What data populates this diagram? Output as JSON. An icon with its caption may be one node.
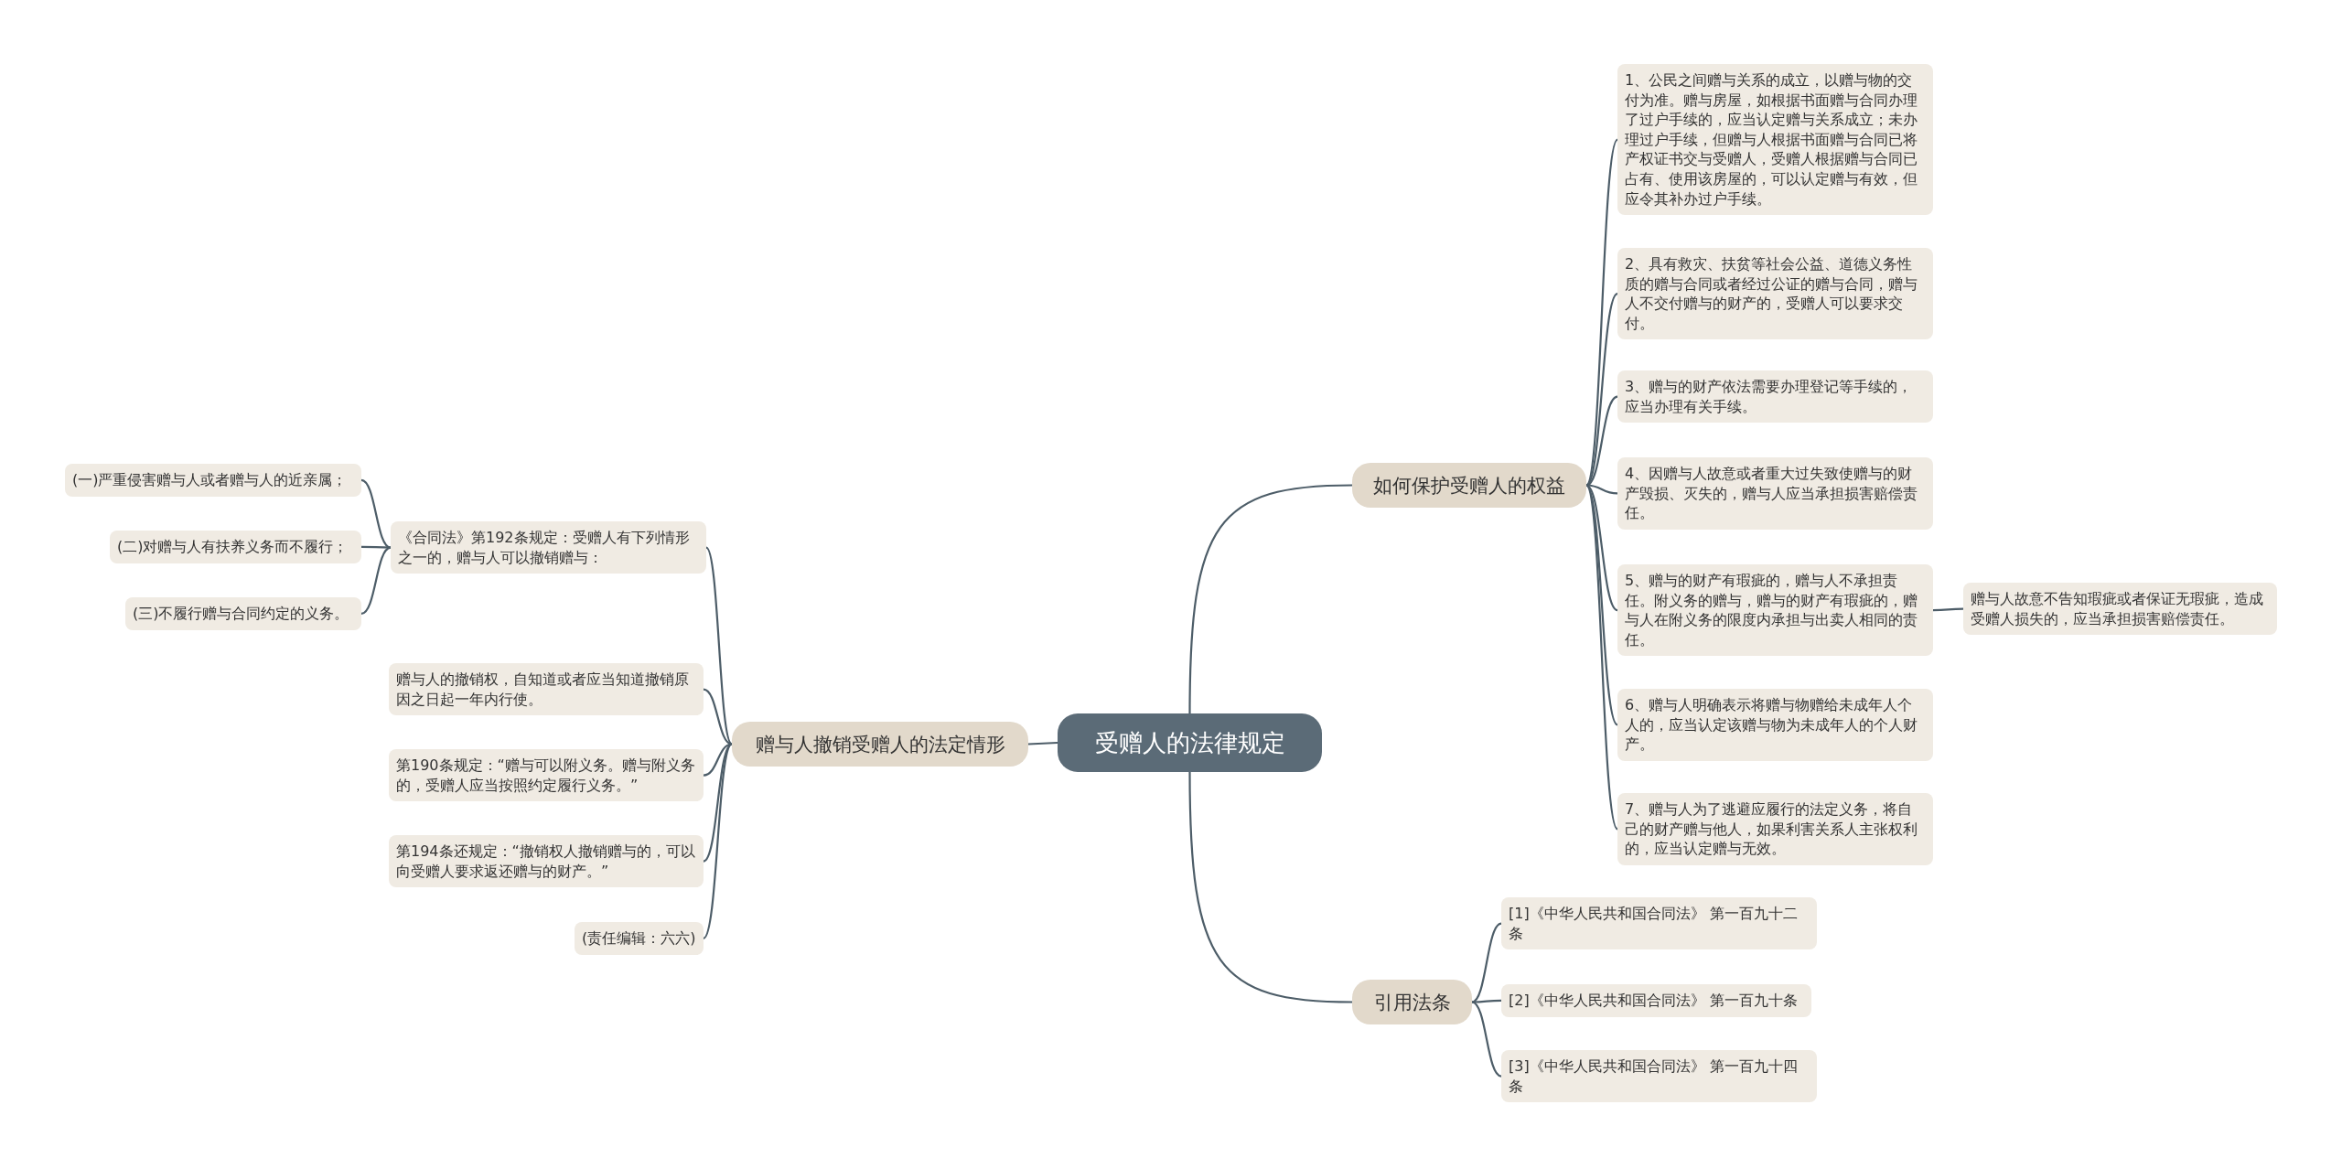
{
  "diagram": {
    "nodes": [
      {
        "text": [
          "受赠人的法律规定"
        ]
      },
      {
        "text": [
          "如何保护受赠人的权益"
        ]
      },
      {
        "text": [
          "1、公民之间赠与关系的成立，以赠与物的交付为准。赠与房屋，如根据书面赠与合同办理了过户手续的，应当认定赠与关系成立；未办理过户手续，但赠与人根据书面赠与合同已将产权证书交与受赠人，受赠人根据赠与合同已占有、使用该房屋的，可以认定赠与有效，但应令其补办过户手续。"
        ]
      },
      {
        "text": [
          "2、具有救灾、扶贫等社会公益、道德义务性质的赠与合同或者经过公证的赠与合同，赠与人不交付赠与的财产的，受赠人可以要求交付。"
        ]
      },
      {
        "text": [
          "3、赠与的财产依法需要办理登记等手续的，应当办理有关手续。"
        ]
      },
      {
        "text": [
          "4、因赠与人故意或者重大过失致使赠与的财产毁损、灭失的，赠与人应当承担损害赔偿责任。"
        ]
      },
      {
        "text": [
          "5、赠与的财产有瑕疵的，赠与人不承担责任。附义务的赠与，赠与的财产有瑕疵的，赠与人在附义务的限度内承担与出卖人相同的责任。"
        ]
      },
      {
        "text": [
          "6、赠与人明确表示将赠与物赠给未成年人个人的，应当认定该赠与物为未成年人的个人财产。"
        ]
      },
      {
        "text": [
          "7、赠与人为了逃避应履行的法定义务，将自己的财产赠与他人，如果利害关系人主张权利的，应当认定赠与无效。"
        ]
      },
      {
        "text": [
          "赠与人故意不告知瑕疵或者保证无瑕疵，造成受赠人损失的，应当承担损害赔偿责任。"
        ]
      },
      {
        "text": [
          "引用法条"
        ]
      },
      {
        "text": [
          "[1]《中华人民共和国合同法》 第一百九十二条"
        ]
      },
      {
        "text": [
          "[2]《中华人民共和国合同法》 第一百九十条"
        ]
      },
      {
        "text": [
          "[3]《中华人民共和国合同法》 第一百九十四条"
        ]
      },
      {
        "text": [
          "赠与人撤销受赠人的法定情形"
        ]
      },
      {
        "text": [
          "《合同法》第192条规定：受赠人有下列情形之一的，赠与人可以撤销赠与："
        ]
      },
      {
        "text": [
          "(一)严重侵害赠与人或者赠与人的近亲属；"
        ]
      },
      {
        "text": [
          "(二)对赠与人有扶养义务而不履行；"
        ]
      },
      {
        "text": [
          "(三)不履行赠与合同约定的义务。"
        ]
      },
      {
        "text": [
          "赠与人的撤销权，自知道或者应当知道撤销原因之日起一年内行使。"
        ]
      },
      {
        "text": [
          "第190条规定：“赠与可以附义务。赠与附义务的，受赠人应当按照约定履行义务。”"
        ]
      },
      {
        "text": [
          "第194条还规定：“撤销权人撤销赠与的，可以向受赠人要求返还赠与的财产。”"
        ]
      },
      {
        "text": [
          "(责任编辑：六六)"
        ]
      }
    ],
    "edges": [
      {
        "from": 0,
        "to": 1,
        "arrow": "none"
      },
      {
        "from": 1,
        "to": 2,
        "arrow": "none"
      },
      {
        "from": 1,
        "to": 3,
        "arrow": "none"
      },
      {
        "from": 1,
        "to": 4,
        "arrow": "none"
      },
      {
        "from": 1,
        "to": 5,
        "arrow": "none"
      },
      {
        "from": 1,
        "to": 6,
        "arrow": "none"
      },
      {
        "from": 1,
        "to": 7,
        "arrow": "none"
      },
      {
        "from": 1,
        "to": 8,
        "arrow": "none"
      },
      {
        "from": 6,
        "to": 9,
        "arrow": "none"
      },
      {
        "from": 0,
        "to": 10,
        "arrow": "none"
      },
      {
        "from": 10,
        "to": 11,
        "arrow": "none"
      },
      {
        "from": 10,
        "to": 12,
        "arrow": "none"
      },
      {
        "from": 10,
        "to": 13,
        "arrow": "none"
      },
      {
        "from": 0,
        "to": 14,
        "arrow": "none"
      },
      {
        "from": 14,
        "to": 15,
        "arrow": "none"
      },
      {
        "from": 15,
        "to": 16,
        "arrow": "none"
      },
      {
        "from": 15,
        "to": 17,
        "arrow": "none"
      },
      {
        "from": 15,
        "to": 18,
        "arrow": "none"
      },
      {
        "from": 14,
        "to": 19,
        "arrow": "none"
      },
      {
        "from": 14,
        "to": 20,
        "arrow": "none"
      },
      {
        "from": 14,
        "to": 21,
        "arrow": "none"
      },
      {
        "from": 14,
        "to": 22,
        "arrow": "none"
      }
    ]
  }
}
